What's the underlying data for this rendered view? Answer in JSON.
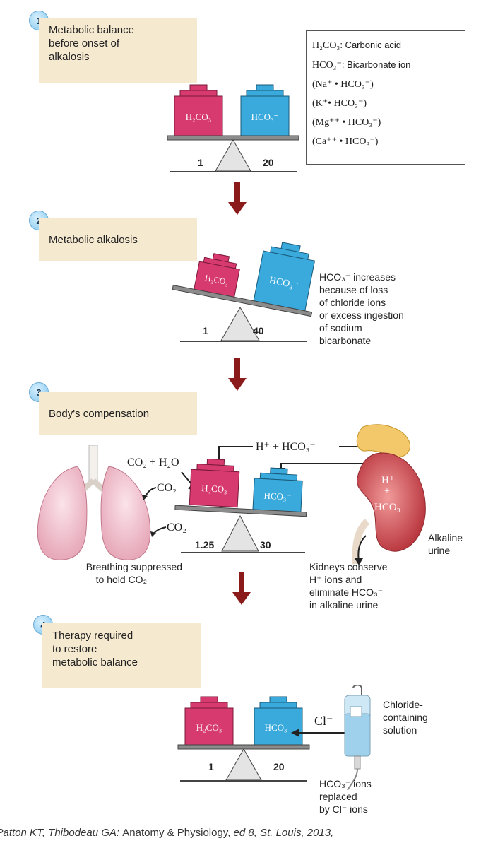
{
  "legend": {
    "rows": [
      {
        "formula": "H₂CO₃",
        "desc": ": Carbonic acid"
      },
      {
        "formula": "HCO₃⁻",
        "desc": ": Bicarbonate ion"
      },
      {
        "formula": "(Na⁺ • HCO₃⁻)",
        "desc": ""
      },
      {
        "formula": "(K⁺• HCO₃⁻)",
        "desc": ""
      },
      {
        "formula": "(Mg⁺⁺ • HCO₃⁻)",
        "desc": ""
      },
      {
        "formula": "(Ca⁺⁺ • HCO₃⁻)",
        "desc": ""
      }
    ]
  },
  "weights": {
    "acid": "H₂CO₃",
    "base": "HCO₃⁻"
  },
  "steps": [
    {
      "number": "1",
      "title_lines": [
        "Metabolic balance",
        "before onset of",
        "alkalosis"
      ],
      "ratio_left": "1",
      "ratio_right": "20"
    },
    {
      "number": "2",
      "title_lines": [
        "Metabolic alkalosis"
      ],
      "ratio_left": "1",
      "ratio_right": "40",
      "note_lines": [
        "HCO₃⁻ increases",
        "because of loss",
        "of chloride ions",
        "or excess ingestion",
        "of sodium",
        "bicarbonate"
      ]
    },
    {
      "number": "3",
      "title_lines": [
        "Body's compensation"
      ],
      "ratio_left": "1.25",
      "ratio_right": "30",
      "reaction": "H⁺ + HCO₃⁻",
      "co2_h2o": "CO₂ + H₂O",
      "co2": "CO₂",
      "kidney_h": "H⁺",
      "kidney_plus": "+",
      "kidney_hco3": "HCO₃⁻",
      "breathing_lines": [
        "Breathing suppressed",
        "to hold CO₂"
      ],
      "urine_lines": [
        "Alkaline",
        "urine"
      ],
      "kidney_lines": [
        "Kidneys conserve",
        "H⁺ ions and",
        "eliminate HCO₃⁻",
        "in alkaline urine"
      ]
    },
    {
      "number": "4",
      "title_lines": [
        "Therapy required",
        "to restore",
        "metabolic balance"
      ],
      "ratio_left": "1",
      "ratio_right": "20",
      "chloride": "Cl⁻",
      "solution_lines": [
        "Chloride-",
        "containing",
        "solution"
      ],
      "replaced_lines": [
        "HCO₃⁻ ions",
        "replaced",
        "by Cl⁻ ions"
      ]
    }
  ],
  "caption": {
    "prefix": "n Patton KT, Thibodeau GA: ",
    "title": "Anatomy & Physiology,",
    "suffix": " ed 8, St. Louis, 2013,"
  },
  "colors": {
    "acid": "#d63a6e",
    "base": "#3aa9dc",
    "arrow": "#8b1a1a",
    "panel": "#f5e9d0"
  }
}
